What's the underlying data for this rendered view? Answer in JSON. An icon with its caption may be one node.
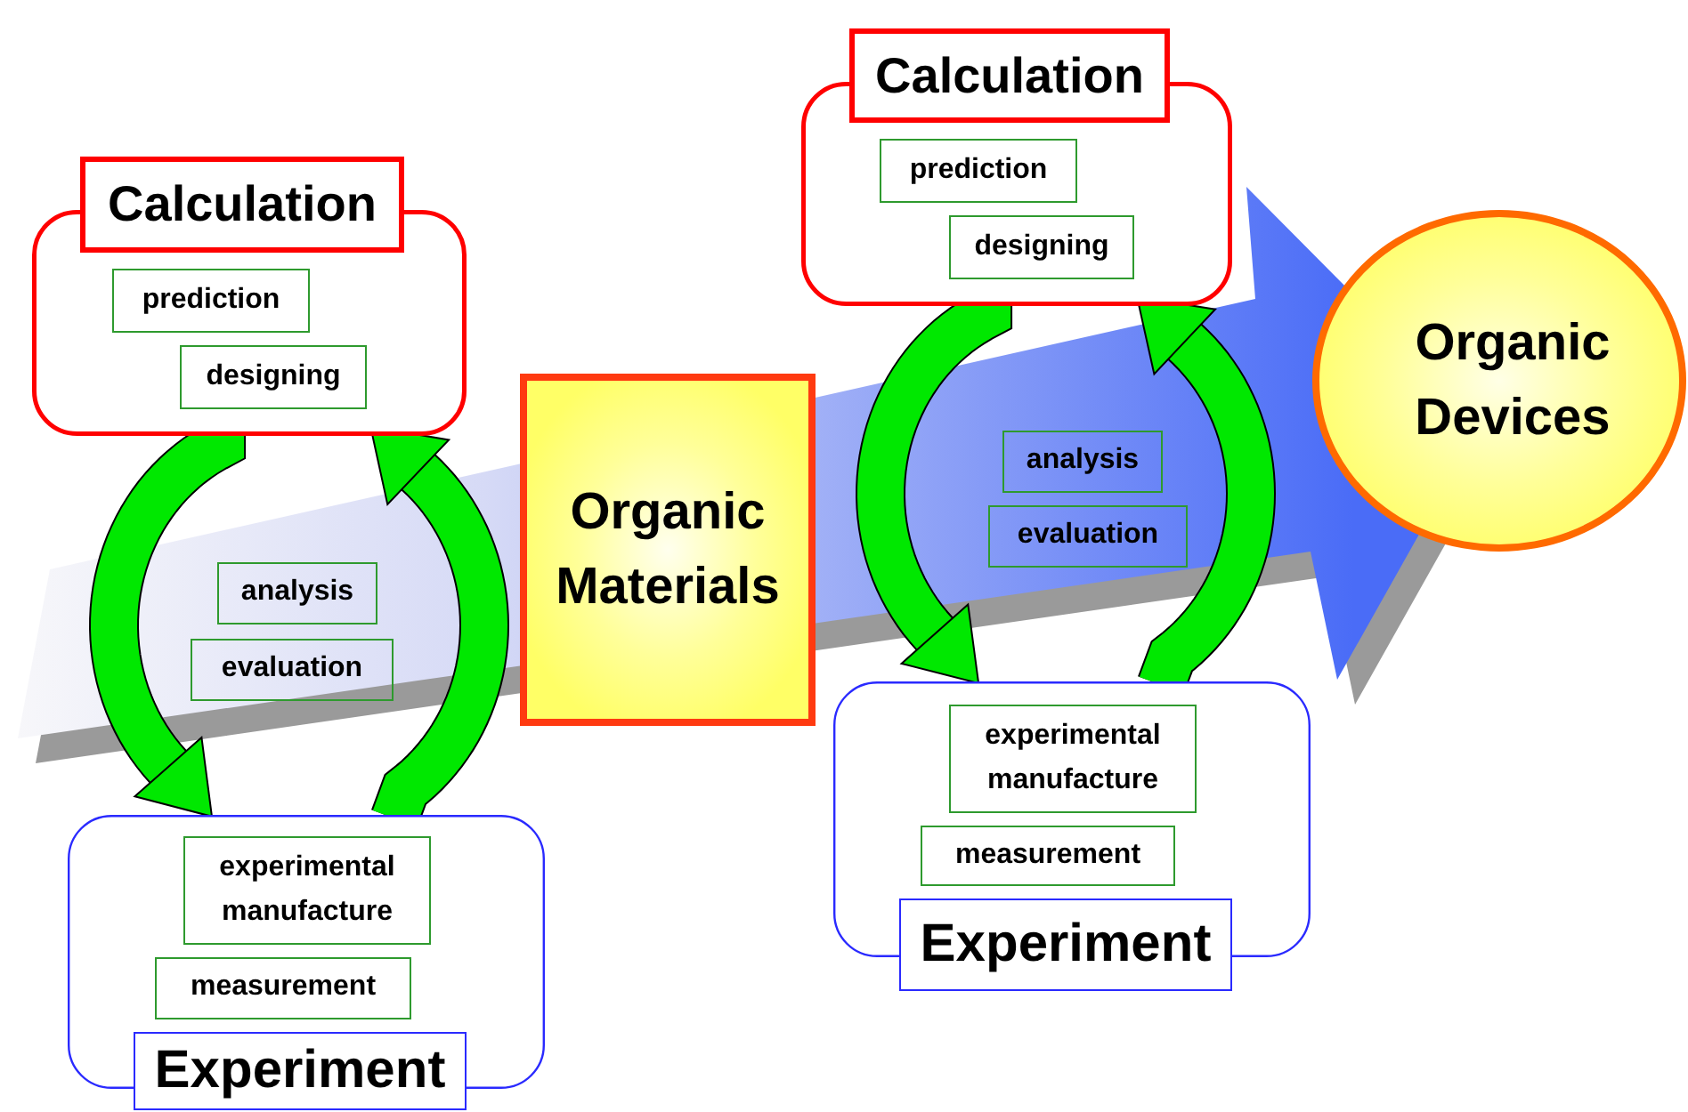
{
  "diagram": {
    "nodes": [
      {
        "text": [
          "Calculation"
        ]
      },
      {
        "text": [
          "prediction"
        ],
        "in": 0
      },
      {
        "text": [
          "designing"
        ],
        "in": 0
      },
      {
        "text": [
          "Experiment"
        ]
      },
      {
        "text": [
          "experimental manufacture"
        ],
        "in": 3
      },
      {
        "text": [
          "measurement"
        ],
        "in": 3
      },
      {
        "text": [
          "analysis"
        ]
      },
      {
        "text": [
          "evaluation"
        ]
      },
      {
        "text": [
          "Organic Materials"
        ]
      },
      {
        "text": [
          "Calculation"
        ]
      },
      {
        "text": [
          "prediction"
        ],
        "in": 9
      },
      {
        "text": [
          "designing"
        ],
        "in": 9
      },
      {
        "text": [
          "analysis"
        ]
      },
      {
        "text": [
          "evaluation"
        ]
      },
      {
        "text": [
          "Experiment"
        ]
      },
      {
        "text": [
          "experimental manufacture"
        ],
        "in": 14
      },
      {
        "text": [
          "measurement"
        ],
        "in": 14
      },
      {
        "text": [
          "Organic Devices"
        ]
      }
    ],
    "edges": [
      {
        "from": null,
        "to": 17,
        "arrow": "to",
        "style": "thick",
        "color": "#4a6cf7"
      },
      {
        "from": 0,
        "to": 3,
        "arrow": "to"
      },
      {
        "from": 3,
        "to": 0,
        "arrow": "to"
      },
      {
        "from": 9,
        "to": 14,
        "arrow": "to"
      },
      {
        "from": 14,
        "to": 9,
        "arrow": "to"
      }
    ]
  }
}
